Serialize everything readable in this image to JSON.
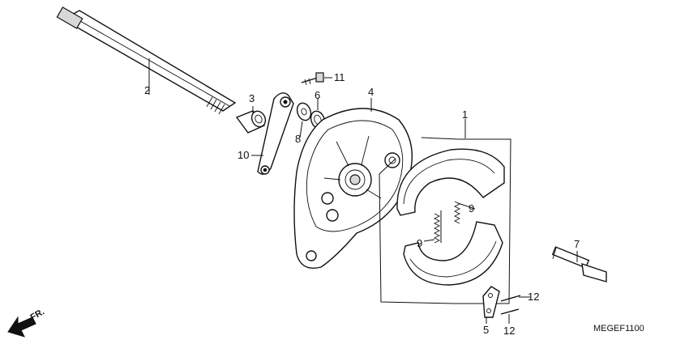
{
  "diagram": {
    "code": "MEGEF1100",
    "front_marker": "FR.",
    "callouts": [
      {
        "id": "c1",
        "label": "1"
      },
      {
        "id": "c2",
        "label": "2"
      },
      {
        "id": "c3",
        "label": "3"
      },
      {
        "id": "c4",
        "label": "4"
      },
      {
        "id": "c5",
        "label": "5"
      },
      {
        "id": "c6",
        "label": "6"
      },
      {
        "id": "c7",
        "label": "7"
      },
      {
        "id": "c8",
        "label": "8"
      },
      {
        "id": "c9a",
        "label": "9"
      },
      {
        "id": "c9b",
        "label": "9"
      },
      {
        "id": "c10",
        "label": "10"
      },
      {
        "id": "c11",
        "label": "11"
      },
      {
        "id": "c12a",
        "label": "12"
      },
      {
        "id": "c12b",
        "label": "12"
      }
    ]
  }
}
